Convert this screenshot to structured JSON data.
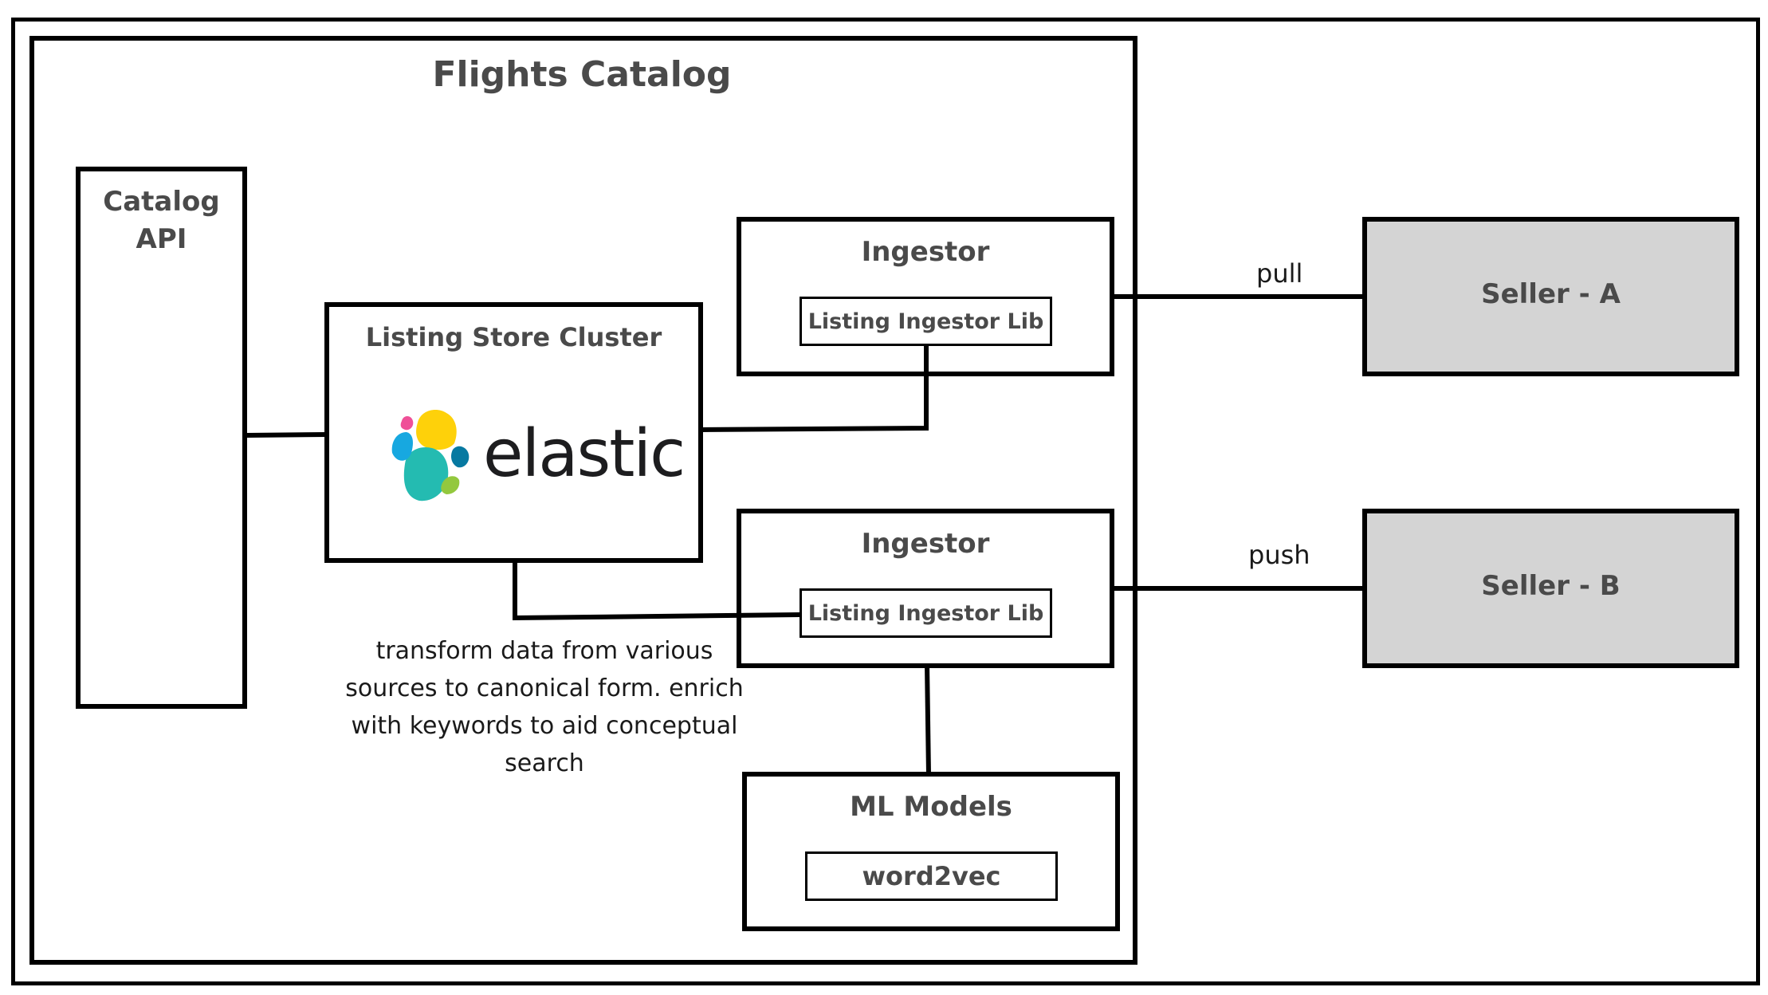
{
  "diagram": {
    "title": "Flights Catalog",
    "catalog_api": {
      "label": "Catalog\nAPI"
    },
    "listing_store": {
      "label": "Listing Store Cluster",
      "logo_text": "elastic"
    },
    "ingestor_a": {
      "label": "Ingestor",
      "lib": "Listing Ingestor Lib"
    },
    "ingestor_b": {
      "label": "Ingestor",
      "lib": "Listing Ingestor Lib"
    },
    "ml_models": {
      "label": "ML Models",
      "model": "word2vec"
    },
    "seller_a": {
      "label": "Seller - A"
    },
    "seller_b": {
      "label": "Seller - B"
    },
    "edges": {
      "pull": "pull",
      "push": "push"
    },
    "note": "transform data from various sources to canonical form. enrich with keywords to aid conceptual search",
    "colors": {
      "border": "#000000",
      "seller_fill": "#d4d4d4",
      "text": "#4a4a4a",
      "elastic_yellow": "#fed10a",
      "elastic_teal": "#24bbb1",
      "elastic_blue": "#17a8e0",
      "elastic_pink": "#ef5098",
      "elastic_green": "#93c83e",
      "elastic_darkblue": "#0779a1"
    }
  }
}
